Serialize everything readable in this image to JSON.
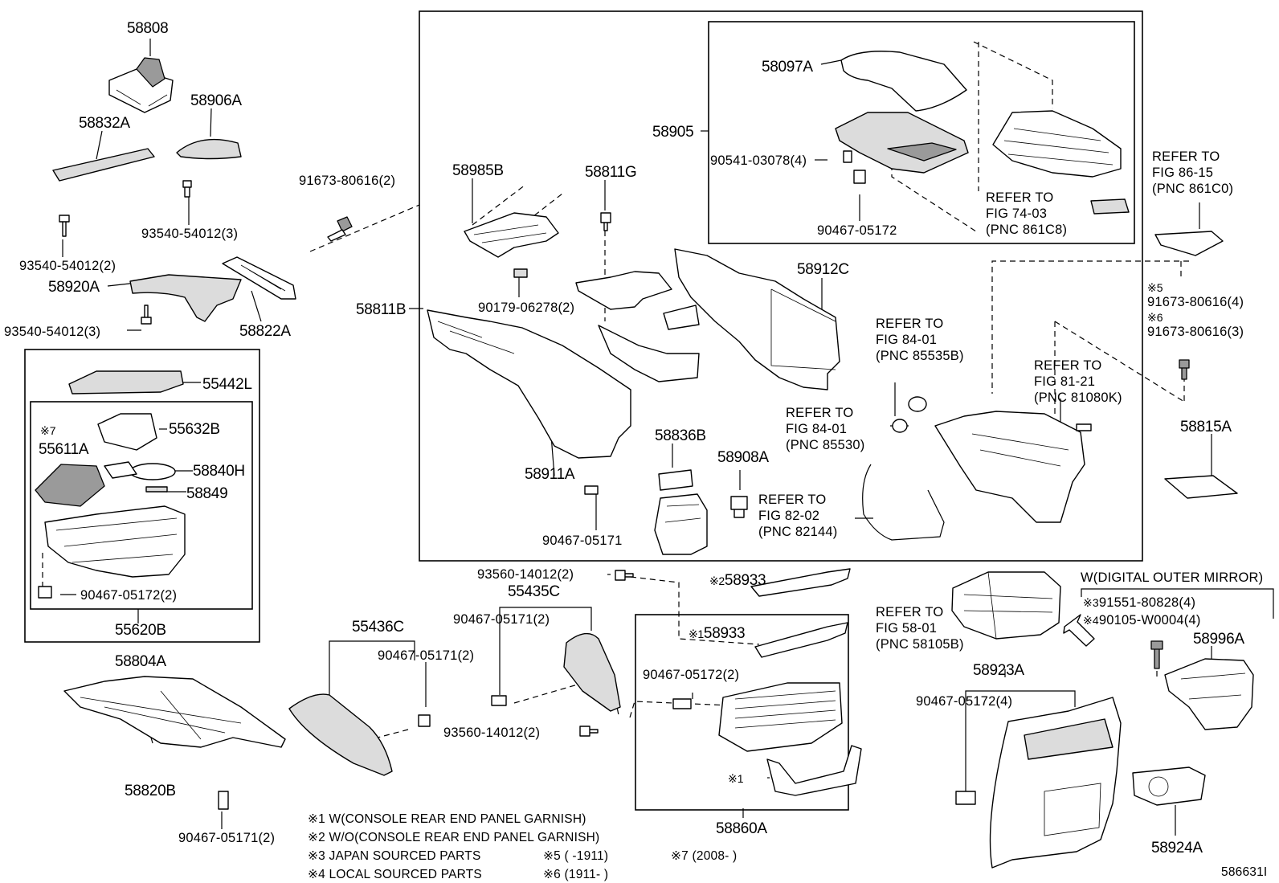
{
  "diagram_id": "586631I",
  "labels": {
    "p58808": "58808",
    "p58906A": "58906A",
    "p58832A": "58832A",
    "p93540_54012_2": "93540-54012(2)",
    "p93540_54012_3a": "93540-54012(3)",
    "p58920A": "58920A",
    "p93540_54012_3b": "93540-54012(3)",
    "p58822A": "58822A",
    "p91673_80616_2": "91673-80616(2)",
    "p58985B": "58985B",
    "p58811G": "58811G",
    "p90179_06278_2": "90179-06278(2)",
    "p58811B": "58811B",
    "p58911A": "58911A",
    "p58836B": "58836B",
    "p58908A": "58908A",
    "p90467_05171a": "90467-05171",
    "p58905": "58905",
    "p58097A": "58097A",
    "p90541_03078_4": "90541-03078(4)",
    "p90467_05172a": "90467-05172",
    "p58912C": "58912C",
    "p55442L": "55442L",
    "p55632B": "55632B",
    "p55611A": "55611A",
    "p58840H": "58840H",
    "p58849": "58849",
    "p90467_05172_2a": "90467-05172(2)",
    "p55620B": "55620B",
    "p58804A": "58804A",
    "p58820B": "58820B",
    "p90467_05171_2a": "90467-05171(2)",
    "p55436C": "55436C",
    "p90467_05171_2b": "90467-05171(2)",
    "p93560_14012_2a": "93560-14012(2)",
    "p55435C": "55435C",
    "p90467_05171_2c": "90467-05171(2)",
    "p93560_14012_2b": "93560-14012(2)",
    "p58933a": "58933",
    "p58933b": "58933",
    "p90467_05172_2b": "90467-05172(2)",
    "p58860A": "58860A",
    "p58923A": "58923A",
    "p90467_05172_4": "90467-05172(4)",
    "p58924A": "58924A",
    "p58996A": "58996A",
    "p58815A": "58815A",
    "p91673_80616_4": "91673-80616(4)",
    "p91673_80616_3": "91673-80616(3)",
    "p91551_80828_4": "91551-80828(4)",
    "p90105_W0004_4": "90105-W0004(4)"
  },
  "marks": {
    "m1": "※1",
    "m2": "※2",
    "m3": "※3",
    "m4": "※4",
    "m5": "※5",
    "m6": "※6",
    "m7": "※7"
  },
  "refers": {
    "r86_15": [
      "REFER TO",
      "FIG 86-15",
      "(PNC 861C0)"
    ],
    "r74_03": [
      "REFER TO",
      "FIG 74-03",
      "(PNC 861C8)"
    ],
    "r84_01a": [
      "REFER TO",
      "FIG 84-01",
      "(PNC 85535B)"
    ],
    "r84_01b": [
      "REFER TO",
      "FIG 84-01",
      "(PNC 85530)"
    ],
    "r81_21": [
      "REFER TO",
      "FIG 81-21",
      "(PNC 81080K)"
    ],
    "r82_02": [
      "REFER TO",
      "FIG 82-02",
      "(PNC 82144)"
    ],
    "r58_01": [
      "REFER TO",
      "FIG 58-01",
      "(PNC 58105B)"
    ]
  },
  "condition": "W(DIGITAL OUTER MIRROR)",
  "legend": {
    "n1": "※1  W(CONSOLE REAR END PANEL GARNISH)",
    "n2": "※2  W/O(CONSOLE REAR END PANEL GARNISH)",
    "n3": "※3 JAPAN SOURCED PARTS",
    "n4": "※4 LOCAL SOURCED PARTS",
    "n5": "※5 (      -1911)",
    "n6": "※6 (1911-      )",
    "n7": "※7 (2008-      )"
  }
}
